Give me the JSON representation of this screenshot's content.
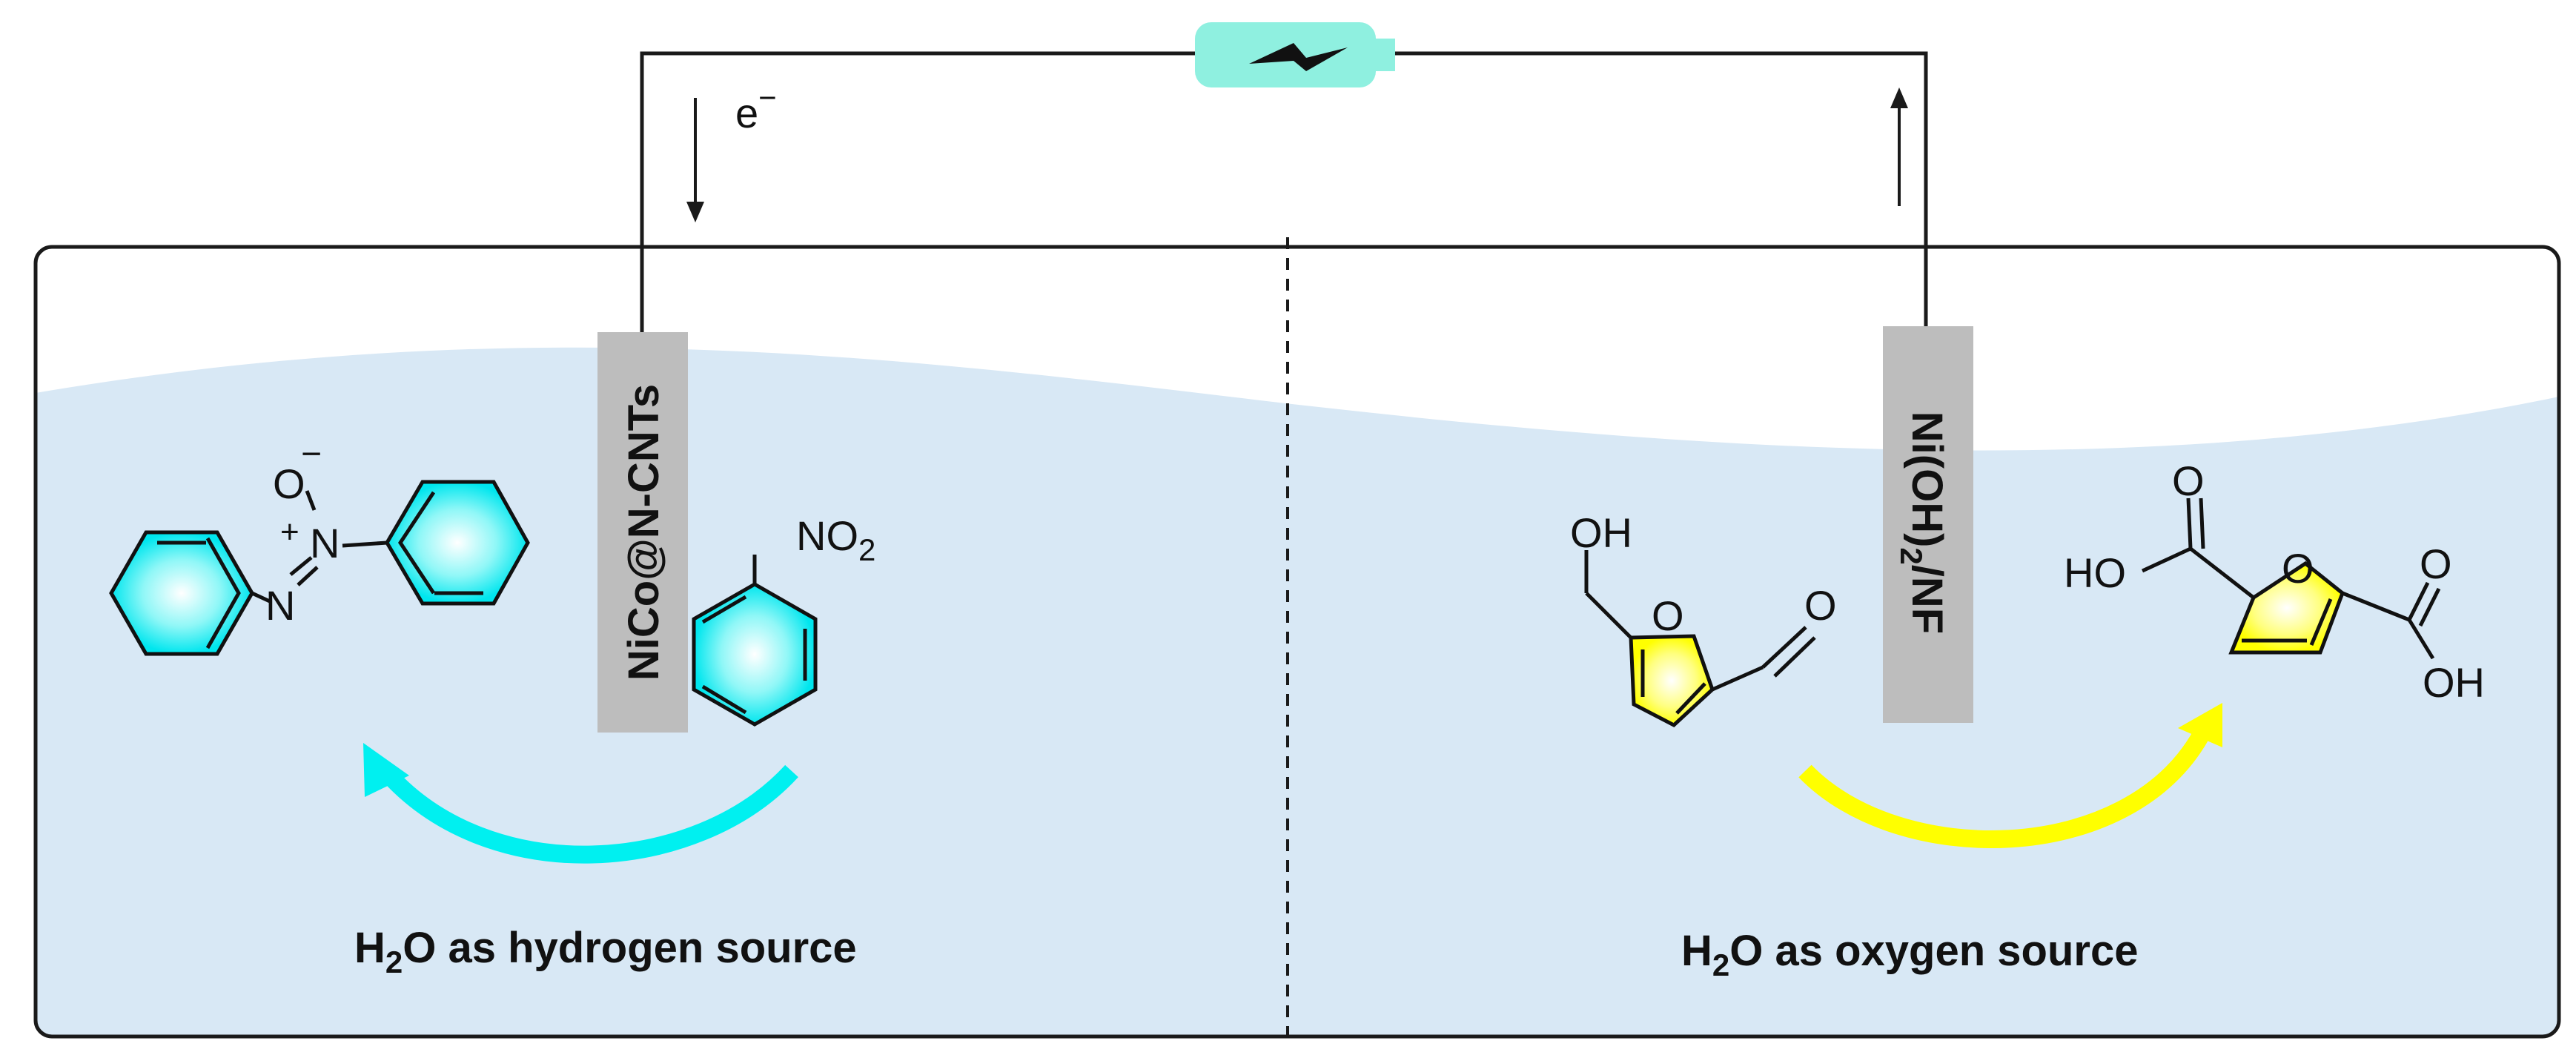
{
  "labels": {
    "electron": "e",
    "electron_sup": "−",
    "cathode": "NiCo@N-CNTs",
    "anode_main": "Ni(OH)",
    "anode_sub": "2",
    "anode_tail": "/NF",
    "left_caption_a": "H",
    "left_caption_sub": "2",
    "left_caption_b": "O as hydrogen source",
    "right_caption_a": "H",
    "right_caption_sub": "2",
    "right_caption_b": "O as oxygen source"
  },
  "molecules": {
    "azoxy": {
      "o_minus": "−",
      "o": "O",
      "plus": "+",
      "n_top": "N",
      "n_bottom": "N"
    },
    "nitrobenzene": {
      "group_main": "NO",
      "group_sub": "2"
    },
    "hmf": {
      "oh": "OH",
      "ring_o": "O",
      "aldehyde_o": "O"
    },
    "fdca": {
      "ho": "HO",
      "top_o": "O",
      "ring_o": "O",
      "right_o": "O",
      "oh": "OH"
    }
  },
  "colors": {
    "liquid": "#d8e8f5",
    "electrode": "#bdbdbd",
    "cyan": "#00f0f0",
    "yellow": "#ffff00",
    "battery": "#8ff0e0",
    "outline": "#1a1a1a"
  },
  "icons": {
    "battery": "battery-icon",
    "cyan_arrow": "curved-arrow-icon",
    "yellow_arrow": "curved-arrow-icon"
  }
}
